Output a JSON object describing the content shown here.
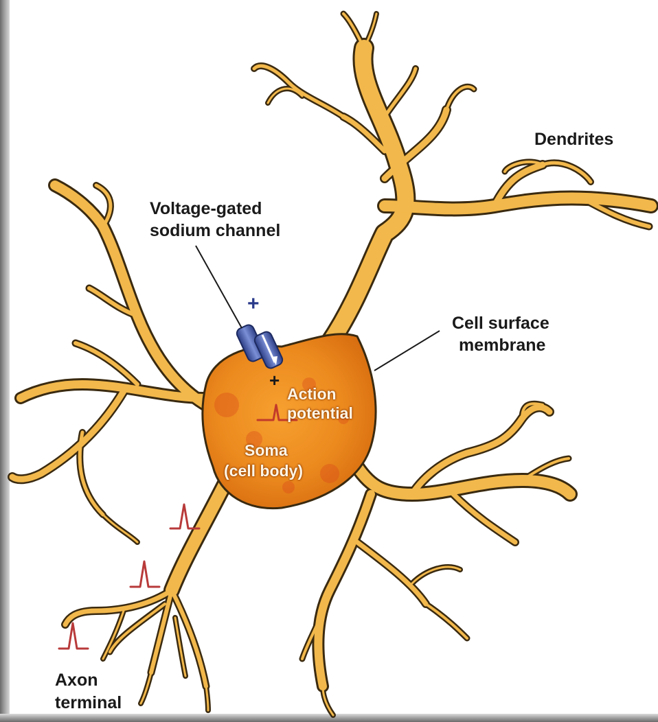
{
  "labels": {
    "dendrites": "Dendrites",
    "channel_line1": "Voltage-gated",
    "channel_line2": "sodium channel",
    "membrane_line1": "Cell surface",
    "membrane_line2": "membrane",
    "action_line1": "Action",
    "action_line2": "potential",
    "soma_line1": "Soma",
    "soma_line2": "(cell body)",
    "axon_line1": "Axon",
    "axon_line2": "terminal",
    "plus_top": "+",
    "plus_bottom": "+"
  },
  "colors": {
    "neuron_fill": "#f2b84b",
    "neuron_outline": "#3a2a10",
    "soma_fill": "#ee8a1c",
    "soma_spots": "#d9441a",
    "channel_blue": "#4a62b0",
    "spike_red": "#b83a3a"
  }
}
